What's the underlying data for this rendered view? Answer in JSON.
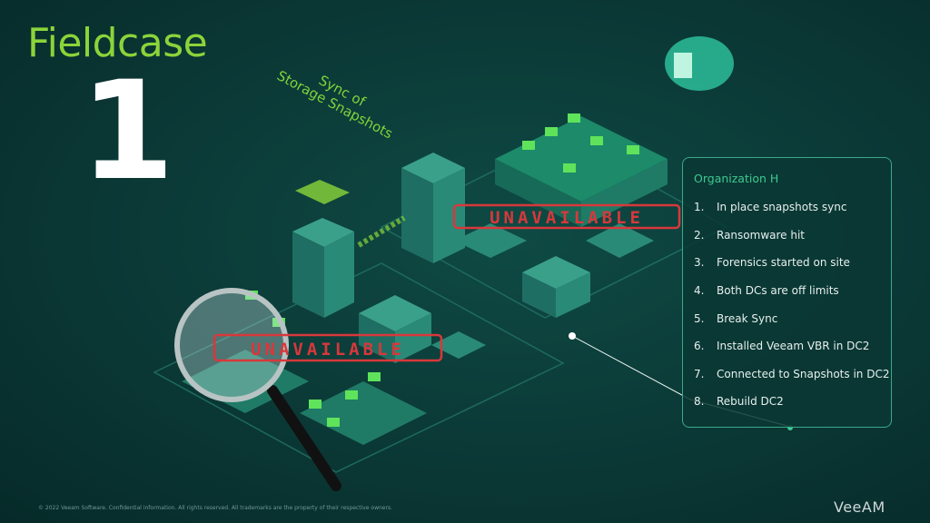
{
  "slide": {
    "title": "Fieldcase",
    "number": "1",
    "illustration_label": [
      "Sync of",
      "Storage Snapshots"
    ],
    "stamps": [
      "UNAVAILABLE",
      "UNAVAILABLE"
    ],
    "panel": {
      "heading": "Organization H",
      "items": [
        {
          "n": "1.",
          "text": "In place snapshots sync"
        },
        {
          "n": "2.",
          "text": "Ransomware hit"
        },
        {
          "n": "3.",
          "text": "Forensics started on site"
        },
        {
          "n": "4.",
          "text": "Both DCs are off limits"
        },
        {
          "n": "5.",
          "text": "Break Sync"
        },
        {
          "n": "6.",
          "text": "Installed Veeam VBR in DC2"
        },
        {
          "n": "7.",
          "text": "Connected to Snapshots in DC2"
        },
        {
          "n": "8.",
          "text": "Rebuild DC2"
        }
      ]
    },
    "footer": "© 2022 Veeam Software. Confidential information. All rights reserved. All trademarks are the property of their respective owners.",
    "logo": "VeeAM",
    "colors": {
      "accent": "#8bd43a",
      "panel_border": "#3aa98a",
      "stamp": "#d8383b"
    }
  }
}
